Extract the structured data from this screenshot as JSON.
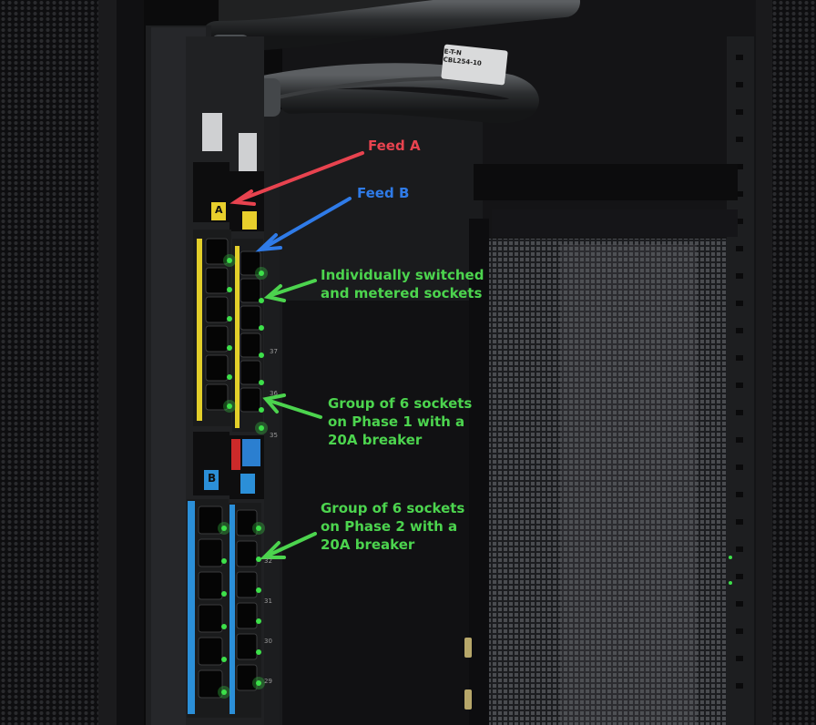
{
  "annotations": {
    "feed_a": {
      "text": "Feed A",
      "color": "#e8434f"
    },
    "feed_b": {
      "text": "Feed B",
      "color": "#2f7be8"
    },
    "switched_sockets": {
      "lines": [
        "Individually switched",
        "and metered sockets"
      ],
      "color": "#4cd44e"
    },
    "phase1_group": {
      "lines": [
        "Group of 6 sockets",
        "on Phase 1 with a",
        "20A breaker"
      ],
      "color": "#4cd44e"
    },
    "phase2_group": {
      "lines": [
        "Group of 6 sockets",
        "on Phase 2 with a",
        "20A breaker"
      ],
      "color": "#4cd44e"
    }
  },
  "cable_label": {
    "brand": "E-T-N",
    "code": "CBL254-10"
  },
  "pdu": {
    "feed_a_badge": "A",
    "feed_b_badge": "B",
    "phase1_color": "#e3cf2a",
    "phase2_color": "#2b8fd8",
    "led_color": "#3de04a"
  },
  "rack_unit_numbers": [
    "37",
    "36",
    "35",
    "32",
    "31",
    "30",
    "29"
  ]
}
